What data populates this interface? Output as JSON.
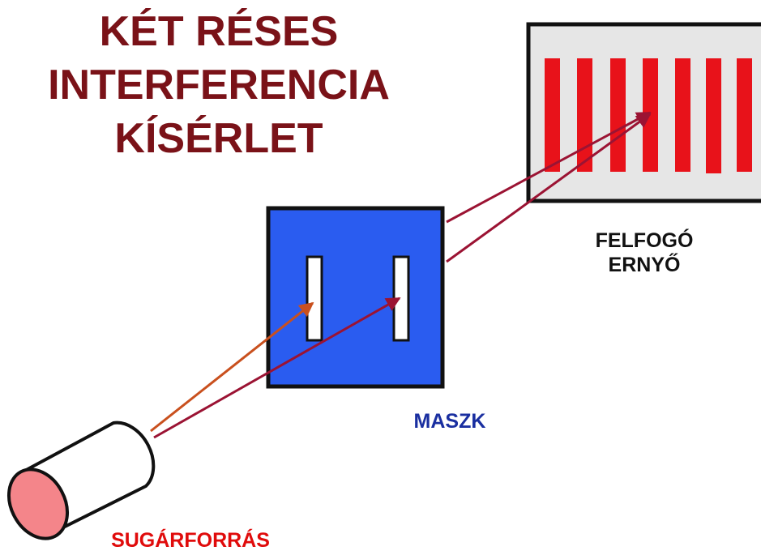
{
  "title": {
    "line1": "KÉT RÉSES",
    "line2": "INTERFERENCIA",
    "line3": "KÍSÉRLET"
  },
  "labels": {
    "screen_line1": "FELFOGÓ",
    "screen_line2": "ERNYŐ",
    "mask": "MASZK",
    "source": "SUGÁRFORRÁS"
  },
  "colors": {
    "title": "#7a1218",
    "mask": "#2a5cf0",
    "screen_bg": "#e6e6e6",
    "fringes": "#e8121a",
    "ray_to_left_slit": "#c9501e",
    "rays": "#9b1333",
    "source_face": "#f4858a"
  }
}
